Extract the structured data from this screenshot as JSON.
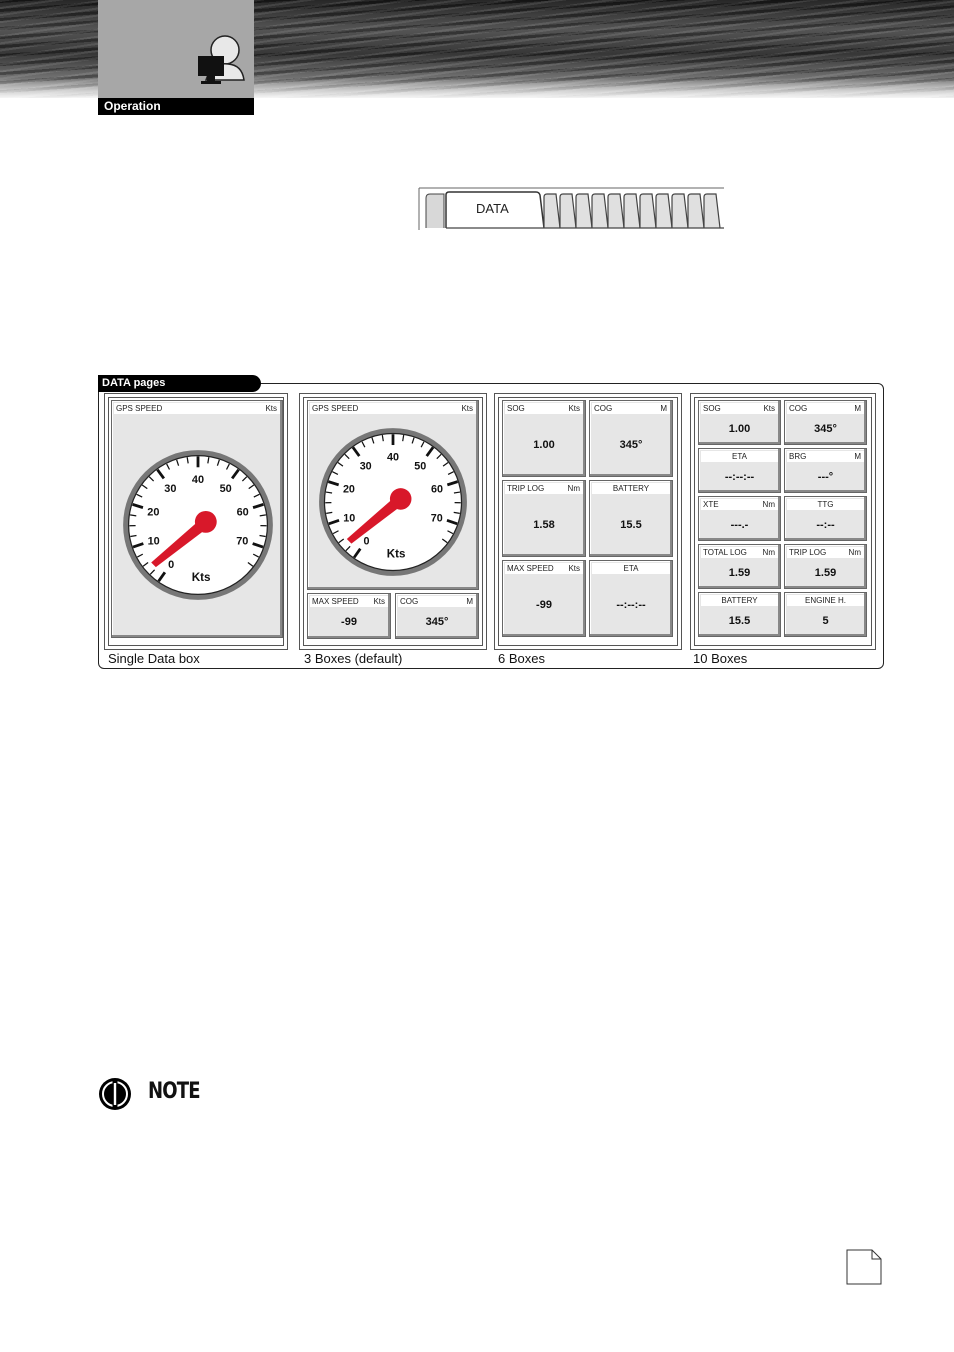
{
  "header": {
    "chapter_label": "Operation"
  },
  "tabbar": {
    "active_tab": "DATA"
  },
  "figure": {
    "title": "DATA pages",
    "captions": [
      "Single Data box",
      "3 Boxes (default)",
      "6 Boxes",
      "10 Boxes"
    ],
    "gauge": {
      "title": "GPS SPEED",
      "unit": "Kts",
      "dial_unit": "Kts",
      "ticks": [
        "0",
        "10",
        "20",
        "30",
        "40",
        "50",
        "60",
        "70"
      ]
    },
    "three": [
      {
        "title": "MAX SPEED",
        "unit": "Kts",
        "value": "-99"
      },
      {
        "title": "COG",
        "unit": "M",
        "value": "345°"
      }
    ],
    "six": [
      {
        "title": "SOG",
        "unit": "Kts",
        "value": "1.00"
      },
      {
        "title": "COG",
        "unit": "M",
        "value": "345°"
      },
      {
        "title": "TRIP LOG",
        "unit": "Nm",
        "value": "1.58"
      },
      {
        "title": "BATTERY",
        "unit": "",
        "value": "15.5"
      },
      {
        "title": "MAX SPEED",
        "unit": "Kts",
        "value": "-99"
      },
      {
        "title": "ETA",
        "unit": "",
        "value": "--:--:--"
      }
    ],
    "ten": [
      {
        "title": "SOG",
        "unit": "Kts",
        "value": "1.00"
      },
      {
        "title": "COG",
        "unit": "M",
        "value": "345°"
      },
      {
        "title": "ETA",
        "unit": "",
        "value": "--:--:--"
      },
      {
        "title": "BRG",
        "unit": "M",
        "value": "---°"
      },
      {
        "title": "XTE",
        "unit": "Nm",
        "value": "---.-"
      },
      {
        "title": "TTG",
        "unit": "",
        "value": "--:--"
      },
      {
        "title": "TOTAL LOG",
        "unit": "Nm",
        "value": "1.59"
      },
      {
        "title": "TRIP LOG",
        "unit": "Nm",
        "value": "1.59"
      },
      {
        "title": "BATTERY",
        "unit": "",
        "value": "15.5"
      },
      {
        "title": "ENGINE H.",
        "unit": "",
        "value": "5"
      }
    ]
  },
  "note": {
    "label": "NOTE"
  }
}
